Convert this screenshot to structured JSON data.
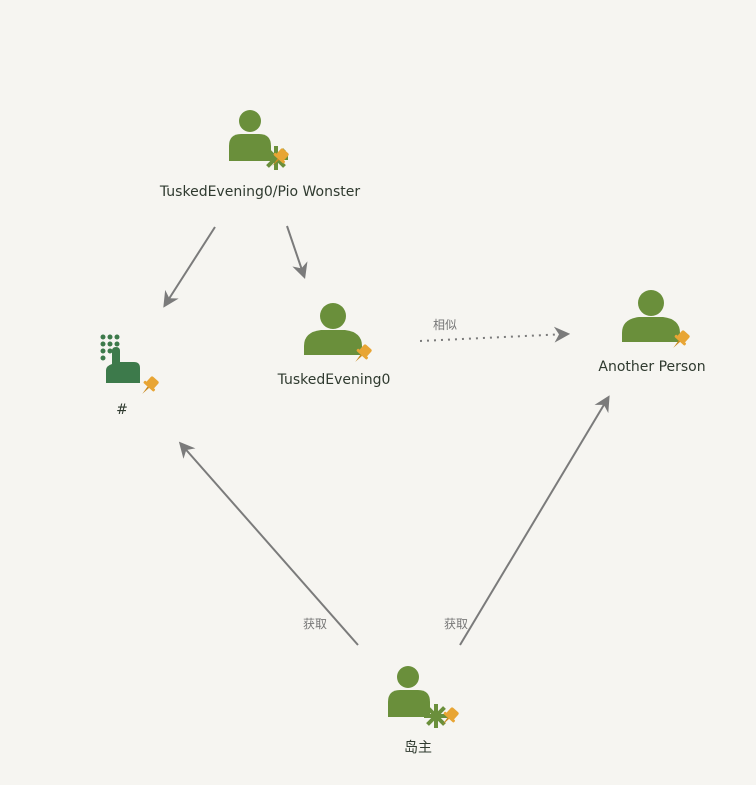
{
  "colors": {
    "background": "#f6f5f1",
    "node_green": "#6a8f3b",
    "node_dark_green": "#3d7a4b",
    "pin_orange": "#e8a534",
    "edge_gray": "#7b7b7b",
    "label_text": "#2f3a2f",
    "edge_label_text": "#777777"
  },
  "nodes": [
    {
      "id": "pio",
      "label": "TuskedEvening0/Pio Wonster",
      "icon": "person-group-icon"
    },
    {
      "id": "hash",
      "label": "#",
      "icon": "dialpad-hand-icon"
    },
    {
      "id": "tusked",
      "label": "TuskedEvening0",
      "icon": "person-icon"
    },
    {
      "id": "another",
      "label": "Another Person",
      "icon": "person-icon"
    },
    {
      "id": "island",
      "label": "岛主",
      "icon": "person-group-icon"
    }
  ],
  "edges": [
    {
      "from": "pio",
      "to": "hash",
      "label": "",
      "style": "solid"
    },
    {
      "from": "pio",
      "to": "tusked",
      "label": "",
      "style": "solid"
    },
    {
      "from": "tusked",
      "to": "another",
      "label": "相似",
      "style": "dotted"
    },
    {
      "from": "island",
      "to": "hash",
      "label": "获取",
      "style": "solid"
    },
    {
      "from": "island",
      "to": "another",
      "label": "获取",
      "style": "solid"
    }
  ]
}
